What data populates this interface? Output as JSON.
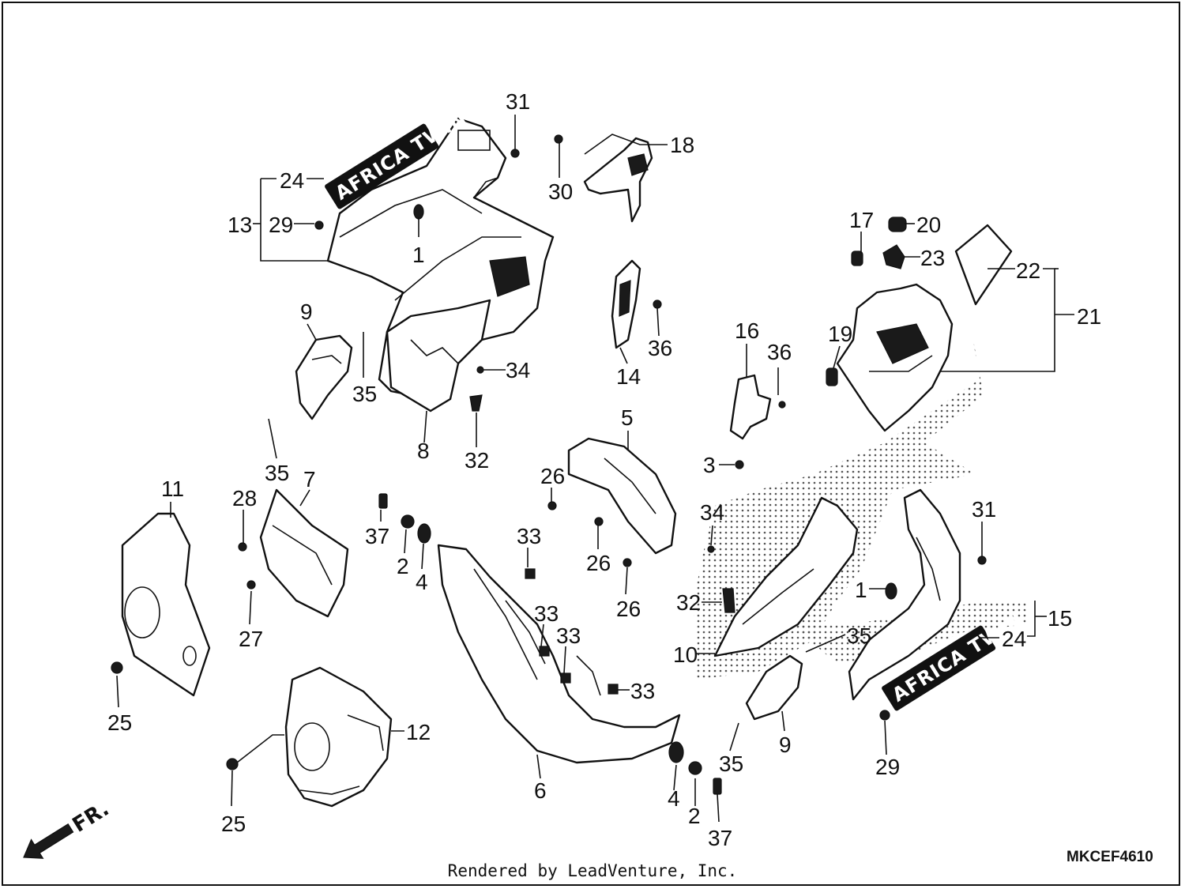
{
  "diagram": {
    "code": "MKCEF4610",
    "footer": "Rendered by LeadVenture, Inc.",
    "decal_text": "AFRICA TWIN",
    "front_marker": "FR.",
    "callouts": [
      {
        "id": "c31a",
        "label": "31"
      },
      {
        "id": "c18",
        "label": "18"
      },
      {
        "id": "c30",
        "label": "30"
      },
      {
        "id": "c24a",
        "label": "24"
      },
      {
        "id": "c13",
        "label": "13"
      },
      {
        "id": "c29a",
        "label": "29"
      },
      {
        "id": "c1a",
        "label": "1"
      },
      {
        "id": "c17",
        "label": "17"
      },
      {
        "id": "c20",
        "label": "20"
      },
      {
        "id": "c23",
        "label": "23"
      },
      {
        "id": "c22",
        "label": "22"
      },
      {
        "id": "c21",
        "label": "21"
      },
      {
        "id": "c9a",
        "label": "9"
      },
      {
        "id": "c36a",
        "label": "36"
      },
      {
        "id": "c14",
        "label": "14"
      },
      {
        "id": "c16",
        "label": "16"
      },
      {
        "id": "c36b",
        "label": "36"
      },
      {
        "id": "c19",
        "label": "19"
      },
      {
        "id": "c34a",
        "label": "34"
      },
      {
        "id": "c35a",
        "label": "35"
      },
      {
        "id": "c8",
        "label": "8"
      },
      {
        "id": "c32a",
        "label": "32"
      },
      {
        "id": "c5",
        "label": "5"
      },
      {
        "id": "c35b",
        "label": "35"
      },
      {
        "id": "c3",
        "label": "3"
      },
      {
        "id": "c11",
        "label": "11"
      },
      {
        "id": "c28",
        "label": "28"
      },
      {
        "id": "c7",
        "label": "7"
      },
      {
        "id": "c26a",
        "label": "26"
      },
      {
        "id": "c34b",
        "label": "34"
      },
      {
        "id": "c31b",
        "label": "31"
      },
      {
        "id": "c37a",
        "label": "37"
      },
      {
        "id": "c2a",
        "label": "2"
      },
      {
        "id": "c4a",
        "label": "4"
      },
      {
        "id": "c33a",
        "label": "33"
      },
      {
        "id": "c26b",
        "label": "26"
      },
      {
        "id": "c26c",
        "label": "26"
      },
      {
        "id": "c32b",
        "label": "32"
      },
      {
        "id": "c1b",
        "label": "1"
      },
      {
        "id": "c15",
        "label": "15"
      },
      {
        "id": "c27",
        "label": "27"
      },
      {
        "id": "c33b",
        "label": "33"
      },
      {
        "id": "c33c",
        "label": "33"
      },
      {
        "id": "c35c",
        "label": "35"
      },
      {
        "id": "c10",
        "label": "10"
      },
      {
        "id": "c24b",
        "label": "24"
      },
      {
        "id": "c25a",
        "label": "25"
      },
      {
        "id": "c33d",
        "label": "33"
      },
      {
        "id": "c12",
        "label": "12"
      },
      {
        "id": "c9b",
        "label": "9"
      },
      {
        "id": "c29b",
        "label": "29"
      },
      {
        "id": "c35d",
        "label": "35"
      },
      {
        "id": "c6",
        "label": "6"
      },
      {
        "id": "c4b",
        "label": "4"
      },
      {
        "id": "c2b",
        "label": "2"
      },
      {
        "id": "c25b",
        "label": "25"
      },
      {
        "id": "c37b",
        "label": "37"
      }
    ]
  }
}
